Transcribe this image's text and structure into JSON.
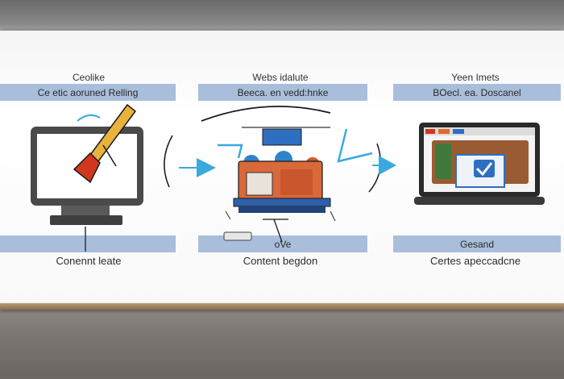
{
  "columns": [
    {
      "title": "Ceolike",
      "subtitle": "Ce etic aoruned Relling",
      "bottom_label": "",
      "caption": "Conennt leate",
      "icon": "monitor-with-brush-icon"
    },
    {
      "title": "Webs idalute",
      "subtitle": "Beeca. en vedd:hnke",
      "bottom_label": "oVe",
      "caption": "Content begdon",
      "icon": "content-machine-icon"
    },
    {
      "title": "Yeen Imets",
      "subtitle": "BOecl. ea. Doscanel",
      "bottom_label": "Gesand",
      "caption": "Certes apeccadcne",
      "icon": "laptop-checkmark-icon"
    }
  ],
  "colors": {
    "bar": "#a9bedb",
    "arrow": "#3aa9e0",
    "accent_red": "#d0371e",
    "accent_orange": "#e06a2a",
    "screen_blue": "#2f6fc0"
  }
}
